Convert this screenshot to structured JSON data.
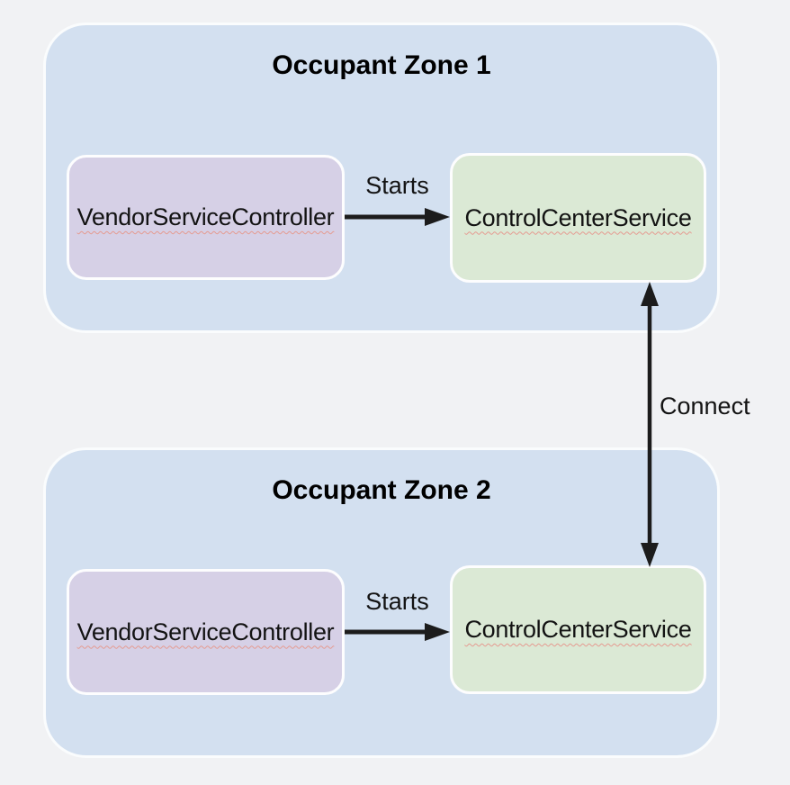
{
  "diagram": {
    "zones": [
      {
        "title": "Occupant Zone 1",
        "nodes": [
          {
            "id": "vendor-service-controller",
            "label": "VendorServiceController"
          },
          {
            "id": "control-center-service",
            "label": "ControlCenterService"
          }
        ],
        "edge": {
          "label": "Starts",
          "from": "VendorServiceController",
          "to": "ControlCenterService",
          "direction": "right"
        }
      },
      {
        "title": "Occupant Zone 2",
        "nodes": [
          {
            "id": "vendor-service-controller",
            "label": "VendorServiceController"
          },
          {
            "id": "control-center-service",
            "label": "ControlCenterService"
          }
        ],
        "edge": {
          "label": "Starts",
          "from": "VendorServiceController",
          "to": "ControlCenterService",
          "direction": "right"
        }
      }
    ],
    "connect_edge": {
      "label": "Connect",
      "from": "ControlCenterService (Zone 1)",
      "to": "ControlCenterService (Zone 2)",
      "direction": "bidirectional"
    }
  },
  "colors": {
    "background": "#f1f2f4",
    "zone_fill": "#d3e0f0",
    "zone_border": "#fafcfd",
    "vendor_node_fill": "#d6d0e6",
    "control_node_fill": "#dbe9d5",
    "node_border": "#fdfdfe",
    "arrow": "#1c1c1c",
    "text": "#131313",
    "spellcheck_squiggle": "#e59a90"
  }
}
